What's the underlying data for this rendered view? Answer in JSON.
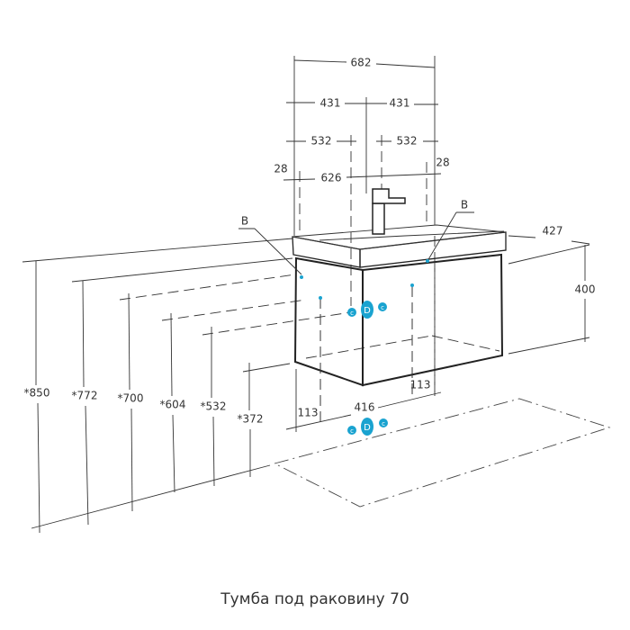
{
  "title": "Тумба под раковину 70",
  "dimensions": {
    "top_width": "682",
    "half_left": "431",
    "half_right": "431",
    "offset_left": "532",
    "offset_right": "532",
    "inner_width": "626",
    "edge_left": "28",
    "edge_right": "28",
    "depth": "427",
    "cabinet_height": "400",
    "bottom_left": "113",
    "bottom_center": "416",
    "bottom_right": "113"
  },
  "heights": [
    "*850",
    "*772",
    "*700",
    "*604",
    "*532",
    "*372"
  ],
  "labels": {
    "point_b_left": "B",
    "point_b_right": "B",
    "marker_d": "D",
    "marker_c": "c"
  },
  "colors": {
    "marker": "#1aa3d0",
    "line": "#333333"
  }
}
